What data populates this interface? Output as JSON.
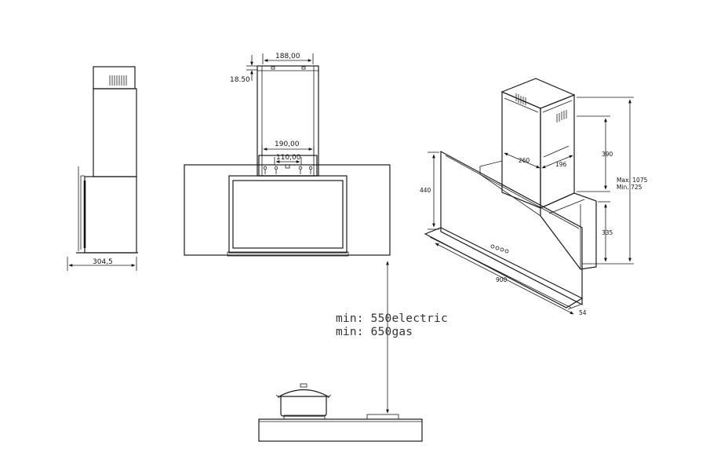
{
  "side_view": {
    "depth": "304,5"
  },
  "front_view": {
    "chimney_width": "188,00",
    "chimney_offset": "18.50",
    "bracket_width": "190,00",
    "bracket_hole_spacing": "110,00"
  },
  "iso_view": {
    "chimney_depth": "260",
    "chimney_width": "196",
    "panel_height": "440",
    "chimney_height": "390",
    "lower_height": "335",
    "total_height": "Max. 1075\nMin. 725",
    "total_height_max": "Max. 1075",
    "total_height_min": "Min. 725",
    "width": "900",
    "thickness": "54"
  },
  "installation": {
    "min_electric": "min: 550electric",
    "min_gas": "min: 650gas"
  }
}
